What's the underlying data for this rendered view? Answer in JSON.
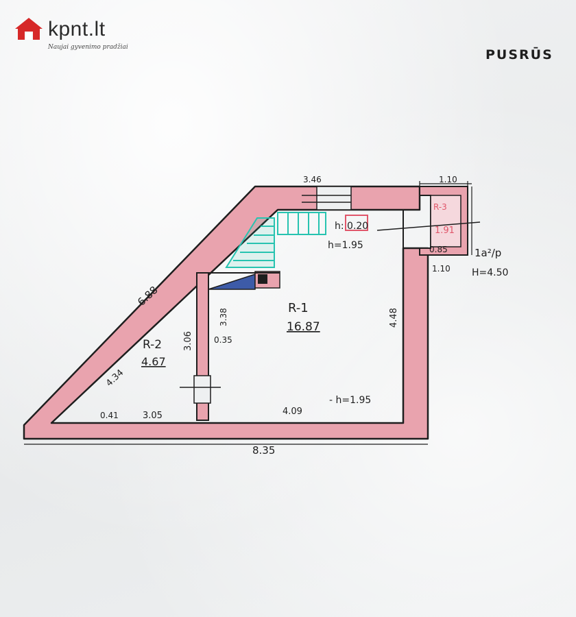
{
  "header": {
    "title": "PUSRŪS"
  },
  "logo": {
    "brand": "kpnt.lt",
    "tagline": "Naujai gyvenimo pradžiai",
    "brand_color": "#d62828"
  },
  "rooms": [
    {
      "id": "R-1",
      "label": "R-1",
      "area": "16.87"
    },
    {
      "id": "R-2",
      "label": "R-2",
      "area": "4.67"
    },
    {
      "id": "R-3",
      "label": "R-3",
      "area": "1.91"
    }
  ],
  "dimensions": {
    "top_stair": "3.46",
    "top_right": "1.10",
    "ceiling_h": "h: 0.20",
    "stair_h": "h=1.95",
    "right_small": "0.85",
    "right_low": "1.10",
    "diagonal": "6.88",
    "diagonal_lower": "4.34",
    "partition_upper": "3.38",
    "partition_left": "3.06",
    "partition_small": "0.35",
    "right_wall": "4.48",
    "bottom_left_small": "0.41",
    "bottom_left": "3.05",
    "bottom_mid": "4.09",
    "room_height": "- h=1.95",
    "total_bottom": "8.35"
  },
  "annotations": {
    "floor_label": "1a²/p",
    "building_height": "H=4.50"
  },
  "colors": {
    "wall_fill": "#e9a3ae",
    "line": "#1e1e1e",
    "stair": "#27c3b0",
    "dark_fill": "#3d5ba8"
  }
}
